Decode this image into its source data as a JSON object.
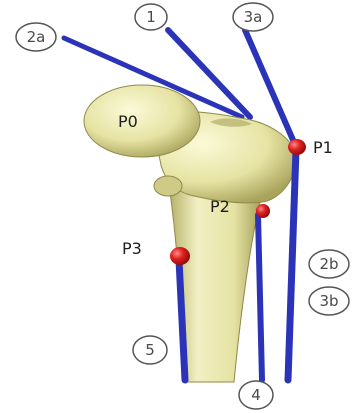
{
  "figure": {
    "points": {
      "p0": "P0",
      "p1": "P1",
      "p2": "P2",
      "p3": "P3"
    },
    "callouts": {
      "c1": "1",
      "c2a": "2a",
      "c3a": "3a",
      "c2b": "2b",
      "c3b": "3b",
      "c4": "4",
      "c5": "5"
    },
    "colors": {
      "bone": "#e8e6a8",
      "bone_shadow": "#bdb873",
      "rod": "#2b34b8",
      "marker": "#d01818",
      "callout_ring": "#555555"
    }
  }
}
